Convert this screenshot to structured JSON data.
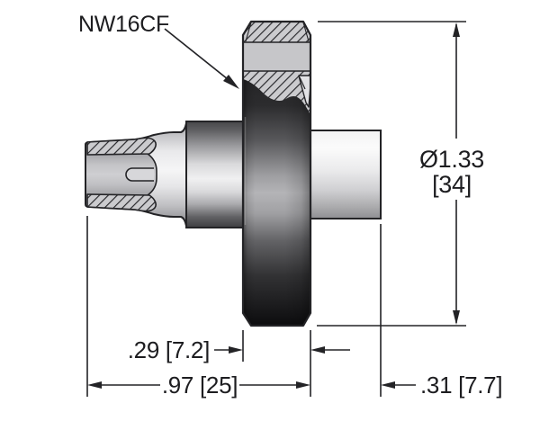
{
  "drawing": {
    "label": "NW16CF",
    "dimensions": {
      "diameter_inch": "Ø1.33",
      "diameter_mm": "[34]",
      "flange_thickness": ".29 [7.2]",
      "overall_length": ".97 [25]",
      "tube_stub_length": ".31 [7.7]"
    },
    "colors": {
      "ink": "#232326",
      "background": "#ffffff",
      "hatch_fill": "#cbcbce",
      "flange_band": "#c6c6c9",
      "metal_highlight": "#f5f5f6",
      "metal_shadow": "#0c0c0e"
    }
  }
}
